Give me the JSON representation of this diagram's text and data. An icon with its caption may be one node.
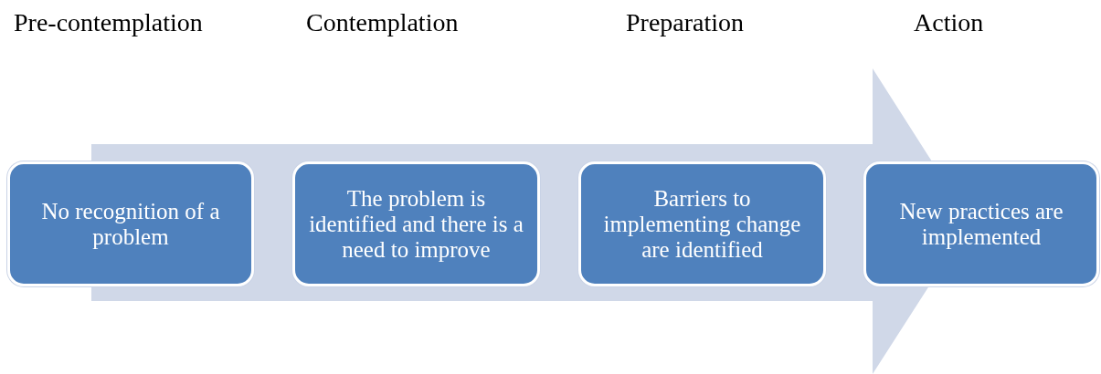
{
  "diagram": {
    "nodes": [
      {
        "text": [
          "No recognition of a problem"
        ]
      },
      {
        "text": [
          "The problem is identified and there is a need to improve"
        ]
      },
      {
        "text": [
          "Barriers to implementing change are identified"
        ]
      },
      {
        "text": [
          "New practices are implemented"
        ]
      }
    ],
    "labels": [
      "Pre-contemplation",
      "Contemplation",
      "Preparation",
      "Action"
    ]
  }
}
